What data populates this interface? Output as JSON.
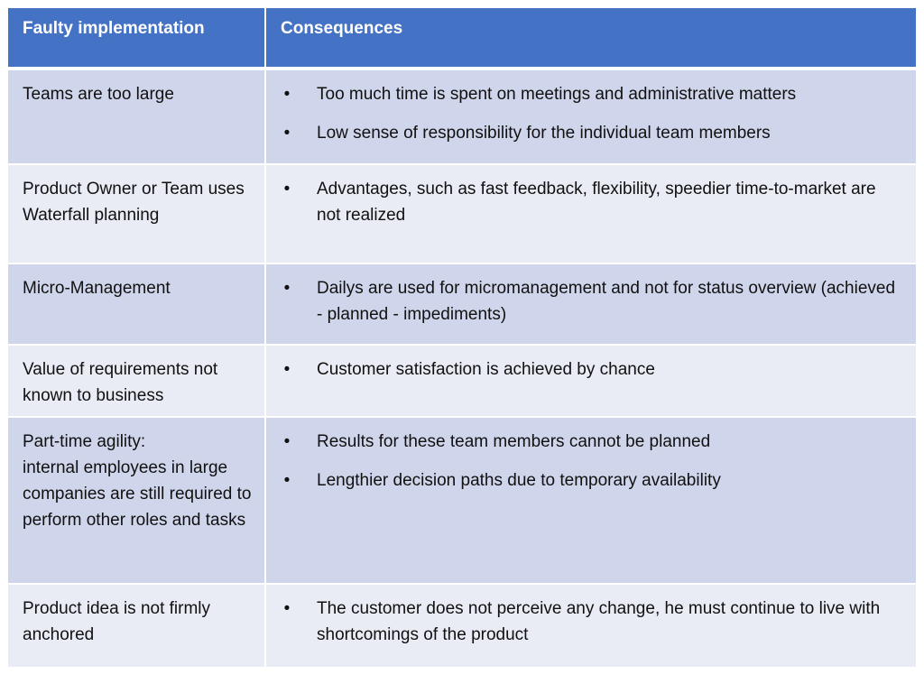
{
  "header": {
    "col1": "Faulty implementation",
    "col2": "Consequences"
  },
  "bullet_glyph": "•",
  "rows": [
    {
      "implementation": "Teams are too large",
      "consequences": [
        "Too much time is spent on meetings and administrative matters",
        "Low sense of responsibility for the individual team members"
      ]
    },
    {
      "implementation": "Product Owner or Team uses Waterfall planning",
      "consequences": [
        "Advantages, such as fast feedback, flexibility, speedier time-to-market are not realized"
      ]
    },
    {
      "implementation": "Micro-Management",
      "consequences": [
        "Dailys are used for micromanagement and not for status overview (achieved - planned - impediments)"
      ]
    },
    {
      "implementation": "Value of requirements not known to business",
      "consequences": [
        "Customer satisfaction is achieved by chance"
      ]
    },
    {
      "implementation": "Part-time agility:\ninternal employees in large companies are still required to perform other roles and tasks",
      "consequences": [
        "Results for these team members cannot be planned",
        "Lengthier decision paths due to temporary availability"
      ]
    },
    {
      "implementation": "Product idea is not firmly anchored",
      "consequences": [
        "The customer does not perceive any change, he must continue to live with shortcomings of the product"
      ]
    }
  ],
  "colors": {
    "header": "#4472c4",
    "row_dark": "#cfd5ea",
    "row_light": "#e9ebf5"
  }
}
